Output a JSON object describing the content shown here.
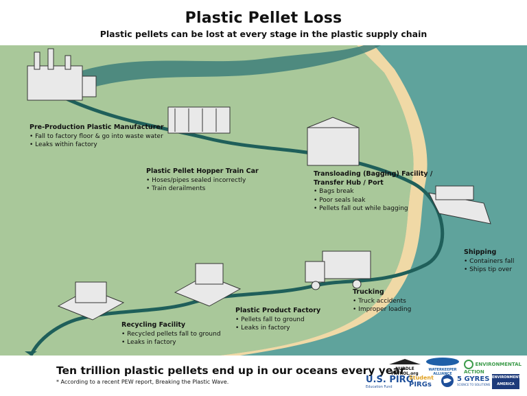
{
  "title": "Plastic Pellet Loss",
  "subtitle": "Plastic pellets can be lost at every stage in the plastic supply chain",
  "stages": [
    {
      "title": "Pre-Production Plastic Manufacturer",
      "bullets": [
        "Fall to factory floor & go into waste water",
        "Leaks within factory"
      ]
    },
    {
      "title": "Plastic Pellet Hopper Train Car",
      "bullets": [
        "Hoses/pipes sealed incorrectly",
        "Train derailments"
      ]
    },
    {
      "title": "Transloading (Bagging) Facility /",
      "title2": "Transfer Hub / Port",
      "bullets": [
        "Bags break",
        "Poor seals leak",
        "Pellets fall out while bagging"
      ]
    },
    {
      "title": "Shipping",
      "bullets": [
        "Containers fall",
        "Ships tip over"
      ]
    },
    {
      "title": "Trucking",
      "bullets": [
        "Truck accidents",
        "Improper loading"
      ]
    },
    {
      "title": "Plastic Product Factory",
      "bullets": [
        "Pellets fall to ground",
        "Leaks in factory"
      ]
    },
    {
      "title": "Recycling Facility",
      "bullets": [
        "Recycled pellets fall to ground",
        "Leaks in factory"
      ]
    }
  ],
  "footer": {
    "headline": "Ten trillion plastic pellets end up in our oceans every year",
    "note": "* According to a recent PEW report, Breaking the Plastic Wave."
  },
  "logos": {
    "nurdle": "NURDLE PATROL.org",
    "waterkeeper": "WATERKEEPER ALLIANCE",
    "environmental_action": "ENVIRONMENTAL ACTION",
    "uspirg": "U.S. PIRG",
    "uspirg_sub": "Education Fund",
    "student": "Student",
    "pirgs": "PIRGs",
    "gyres": "5 GYRES",
    "gyres_sub": "SCIENCE TO SOLUTIONS",
    "env_america": "ENVIRONMENT AMERICA"
  },
  "colors": {
    "land": "#a9c89a",
    "ocean": "#5fa39c",
    "beach": "#f0d9a6",
    "river": "#2f6d6a",
    "route": "#1f5f5a"
  }
}
